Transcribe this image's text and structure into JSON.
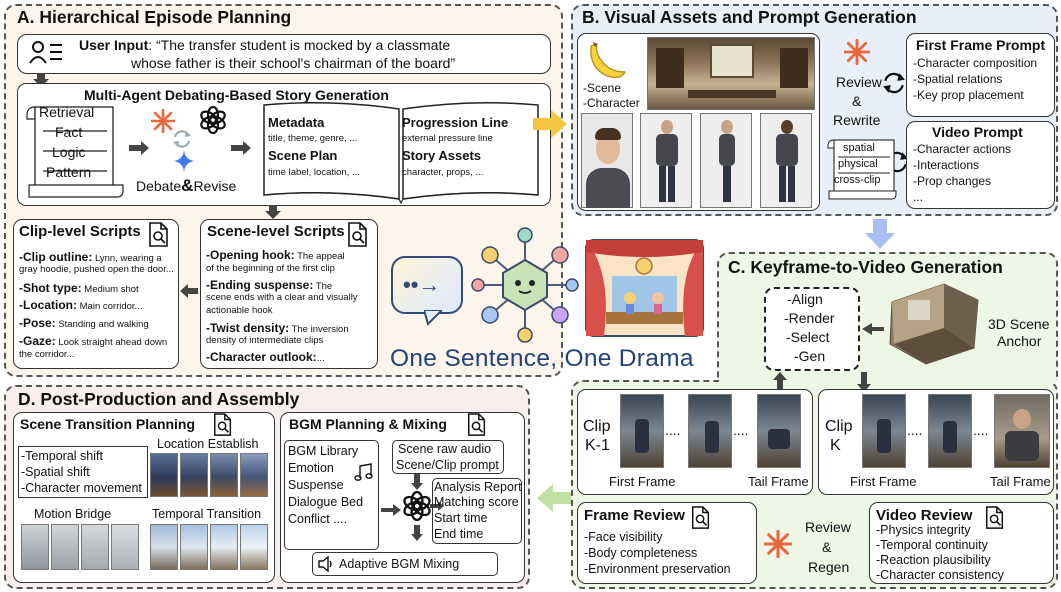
{
  "colors": {
    "panel_a_bg": "#fbf5ec",
    "panel_b_bg": "#e9eff9",
    "panel_c_bg": "#eef6e6",
    "panel_d_bg": "#f8eeee",
    "arrow_yellow": "#f5c542",
    "arrow_blue": "#a9bff0",
    "arrow_green": "#bfe0a0",
    "tagline": "#24427a",
    "claude_orange": "#e8673c",
    "gemini_blue": "#3f7ee8"
  },
  "panel_a": {
    "title": "A. Hierarchical Episode Planning",
    "user_input_label": "User Input",
    "user_input_line1": ": “The transfer student is mocked by a classmate",
    "user_input_line2": "whose father is their school's chairman of the board”",
    "debate_title": "Multi-Agent Debating-Based Story Generation",
    "scroll_items": [
      "Retrieval",
      "Fact",
      "Logic",
      "Pattern"
    ],
    "debate_label_1": "Debate",
    "debate_label_amp": "&",
    "debate_label_2": "Revise",
    "book": {
      "metadata_title": "Metadata",
      "metadata_text": "title, theme, genre, ...",
      "scene_plan_title": "Scene Plan",
      "scene_plan_text": "time label, location, ...",
      "progression_title": "Progression Line",
      "progression_text": "external pressure line",
      "assets_title": "Story Assets",
      "assets_text": "character, props, ..."
    },
    "clip_scripts": {
      "title": "Clip-level Scripts",
      "outline_label": "-Clip outline:",
      "outline_text1": " Lynn, wearing a",
      "outline_text2": "gray hoodie, pushed open the door...",
      "shot_label": "-Shot type:",
      "shot_text": " Medium shot",
      "location_label": "-Location:",
      "location_text": " Main corridor...",
      "pose_label": "-Pose:",
      "pose_text": " Standing and walking",
      "gaze_label": "-Gaze:",
      "gaze_text1": " Look straight ahead down",
      "gaze_text2": "the corridor..."
    },
    "scene_scripts": {
      "title": "Scene-level Scripts",
      "hook_label": "-Opening hook:",
      "hook_text1": " The appeal",
      "hook_text2": "of the beginning of the first clip",
      "suspense_label": "-Ending suspense:",
      "suspense_text1": " The",
      "suspense_text2": "scene ends with a clear and visually",
      "suspense_text3": "actionable hook",
      "twist_label": "-Twist density:",
      "twist_text1": " The inversion",
      "twist_text2": "density of intermediate clips",
      "outlook_label": "-Character outlook:",
      "outlook_text": "..."
    }
  },
  "panel_b": {
    "title": "B. Visual Assets and Prompt Generation",
    "asset_labels": [
      "-Scene",
      "-Character"
    ],
    "review_words": [
      "Review",
      "&",
      "Rewrite"
    ],
    "scroll_items": [
      "spatial",
      "physical",
      "cross-clip"
    ],
    "first_frame_prompt": {
      "title": "First Frame Prompt",
      "items": [
        "-Character composition",
        "-Spatial relations",
        "-Key prop placement"
      ]
    },
    "video_prompt": {
      "title": "Video Prompt",
      "items": [
        "-Character actions",
        "-Interactions",
        "-Prop changes",
        "..."
      ]
    }
  },
  "center": {
    "tagline": "One Sentence, One Drama"
  },
  "panel_c": {
    "title": "C. Keyframe-to-Video Generation",
    "steps": [
      "-Align",
      "-Render",
      "-Select",
      "-Gen"
    ],
    "anchor_label": [
      "3D Scene",
      "Anchor"
    ],
    "clip_prev_label": [
      "Clip",
      "K-1"
    ],
    "clip_curr_label": [
      "Clip",
      "K"
    ],
    "ellipsis": "....",
    "first_frame": "First Frame",
    "tail_frame": "Tail Frame",
    "frame_review": {
      "title": "Frame Review",
      "items": [
        "-Face visibility",
        "-Body completeness",
        "-Environment preservation"
      ]
    },
    "review_words": [
      "Review",
      "&",
      "Regen"
    ],
    "video_review": {
      "title": "Video Review",
      "items": [
        "-Physics integrity",
        "-Temporal continuity",
        "-Reaction plausibility",
        "-Character consistency"
      ]
    }
  },
  "panel_d": {
    "title": "D. Post-Production and Assembly",
    "transition": {
      "title": "Scene Transition Planning",
      "items": [
        "-Temporal shift",
        "-Spatial shift",
        "-Character movement"
      ],
      "location_label": "Location Establish",
      "motion_label": "Motion Bridge",
      "temporal_label": "Temporal Transition"
    },
    "bgm": {
      "title": "BGM Planning & Mixing",
      "library": [
        "BGM Library",
        "Emotion",
        "Suspense",
        "Dialogue Bed",
        "Conflict  ...."
      ],
      "raw_audio": [
        "Scene raw audio",
        "Scene/Clip prompt"
      ],
      "report": [
        "Analysis Report",
        "Matching score",
        "Start time",
        "End time"
      ],
      "mixing": "Adaptive BGM Mixing"
    }
  }
}
